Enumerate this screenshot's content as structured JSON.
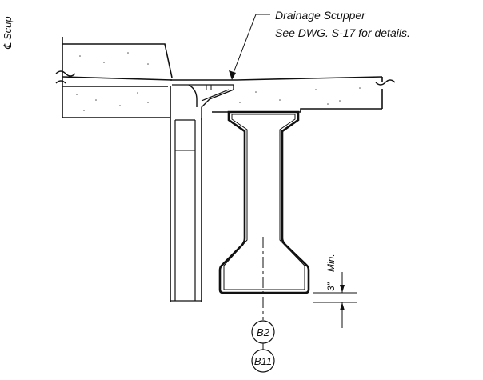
{
  "callout": {
    "line1": "Drainage Scupper",
    "line2": "See DWG. S-17 for details."
  },
  "side_label": "℄ Scup",
  "dimension": {
    "value": "3″",
    "qualifier": "Min."
  },
  "grid_bubbles": [
    "B2",
    "B11"
  ],
  "colors": {
    "ink": "#111111",
    "paper": "#ffffff"
  }
}
